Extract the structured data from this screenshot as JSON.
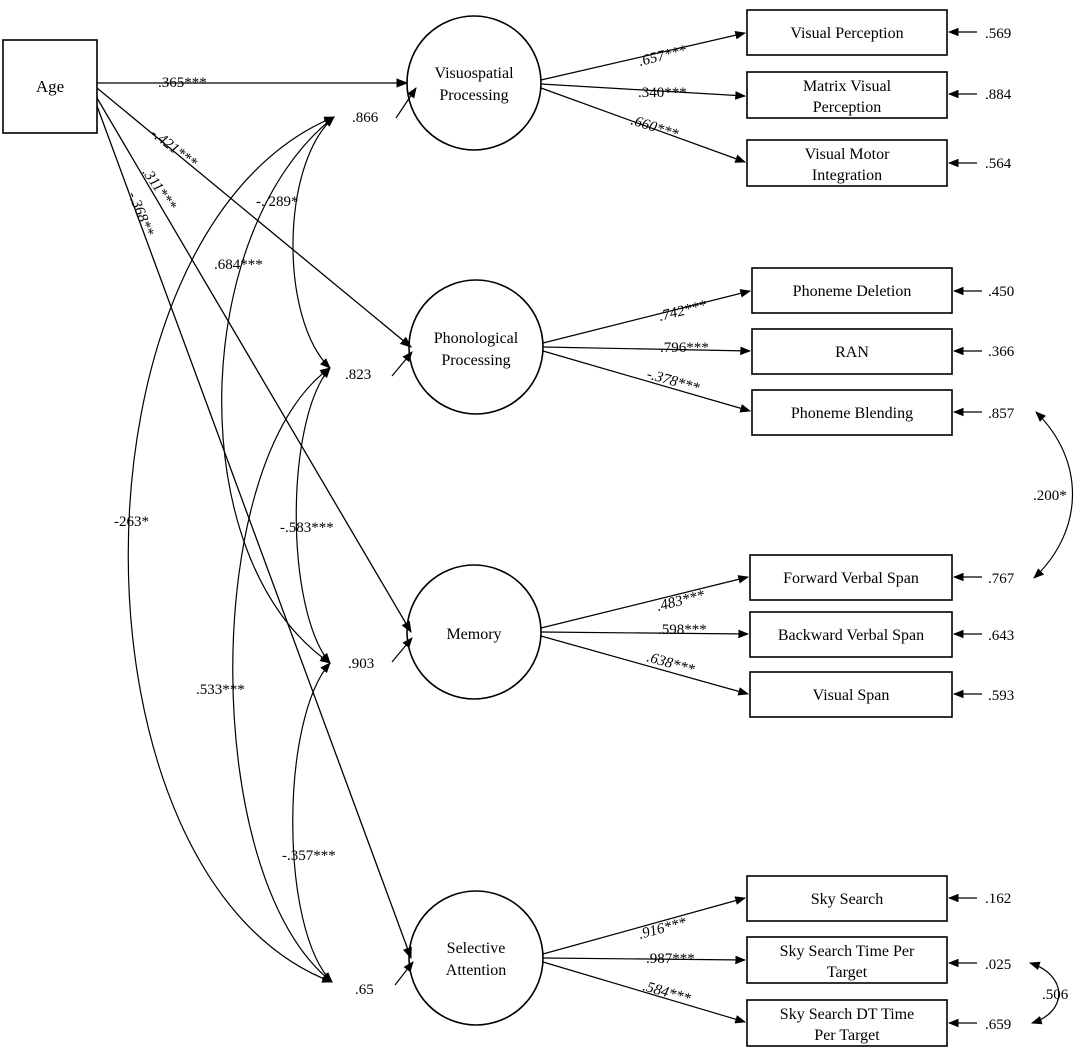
{
  "diagram": {
    "age": "Age",
    "latents": {
      "visuospatial": {
        "line1": "Visuospatial",
        "line2": "Processing",
        "residual": ".866"
      },
      "phonological": {
        "line1": "Phonological",
        "line2": "Processing",
        "residual": ".823"
      },
      "memory": {
        "line1": "Memory",
        "line2": "",
        "residual": ".903"
      },
      "selective": {
        "line1": "Selective",
        "line2": "Attention",
        "residual": ".65"
      }
    },
    "indicators": {
      "visual_perception": {
        "line1": "Visual Perception",
        "line2": "",
        "error": ".569",
        "loading": ".657***"
      },
      "matrix_visual_perception": {
        "line1": "Matrix Visual",
        "line2": "Perception",
        "error": ".884",
        "loading": ".340***"
      },
      "visual_motor_integration": {
        "line1": "Visual Motor",
        "line2": "Integration",
        "error": ".564",
        "loading": ".660***"
      },
      "phoneme_deletion": {
        "line1": "Phoneme Deletion",
        "line2": "",
        "error": ".450",
        "loading": ".742***"
      },
      "ran": {
        "line1": "RAN",
        "line2": "",
        "error": ".366",
        "loading": ".796***"
      },
      "phoneme_blending": {
        "line1": "Phoneme Blending",
        "line2": "",
        "error": ".857",
        "loading": "-.378***"
      },
      "forward_verbal_span": {
        "line1": "Forward Verbal Span",
        "line2": "",
        "error": ".767",
        "loading": ".483***"
      },
      "backward_verbal_span": {
        "line1": "Backward Verbal Span",
        "line2": "",
        "error": ".643",
        "loading": ".598***"
      },
      "visual_span": {
        "line1": "Visual Span",
        "line2": "",
        "error": ".593",
        "loading": ".638***"
      },
      "sky_search": {
        "line1": "Sky Search",
        "line2": "",
        "error": ".162",
        "loading": ".916***"
      },
      "sky_search_time": {
        "line1": "Sky Search Time Per",
        "line2": "Target",
        "error": ".025",
        "loading": ".987***"
      },
      "sky_search_dt_time": {
        "line1": "Sky Search DT Time",
        "line2": "Per Target",
        "error": ".659",
        "loading": ".584***"
      }
    },
    "age_paths": {
      "visuospatial": ".365***",
      "phonological": "-.421***",
      "memory": ".311***",
      "selective": "-.368**"
    },
    "latent_covariances": {
      "vis_phon": "-. 289*",
      "vis_mem": ".684***",
      "vis_sel": "-263*",
      "phon_mem": "-.583***",
      "phon_sel": ".533***",
      "mem_sel": "-.357***"
    },
    "error_covariances": {
      "blending_forward": ".200*",
      "skytime_skydt": ".506"
    }
  }
}
